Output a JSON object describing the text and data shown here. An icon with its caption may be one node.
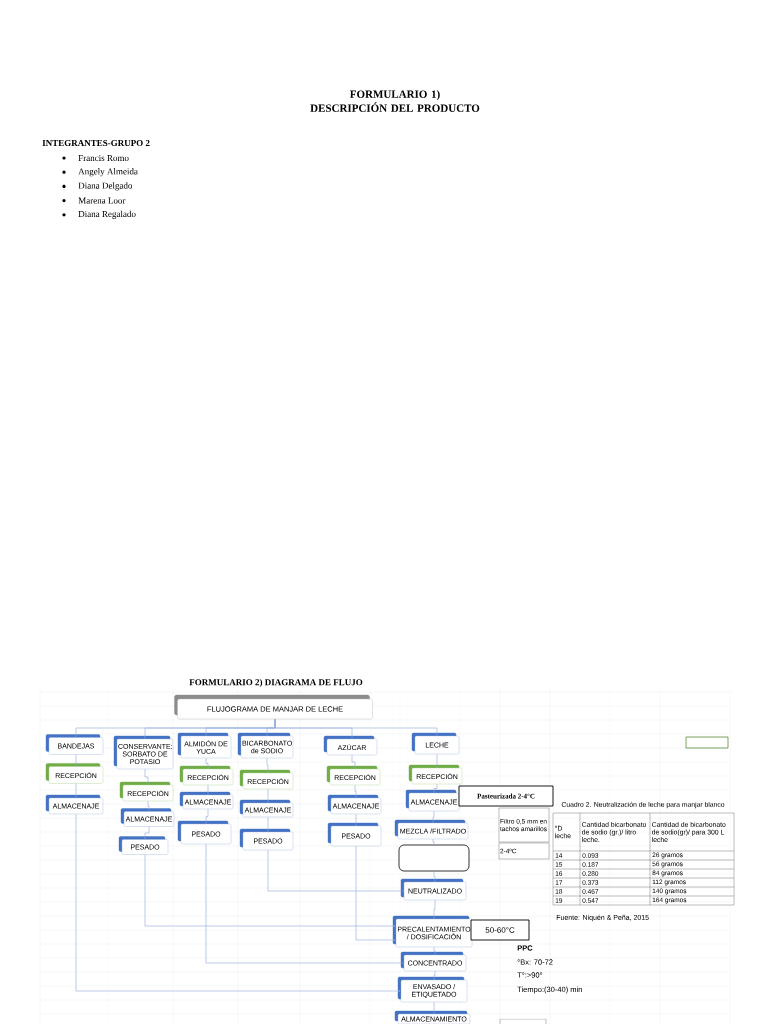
{
  "diagram": {
    "title": "FORMULARIO 1) DESCRIPCIÓN DEL PRODUCTO",
    "nodes": [
      {
        "text": [
          "FLUJOGRAMA DE MANJAR DE LECHE"
        ]
      },
      {
        "text": [
          "BANDEJAS"
        ]
      },
      {
        "text": [
          "RECEPCIÓN"
        ]
      },
      {
        "text": [
          "ALMACENAJE"
        ]
      },
      {
        "text": [
          "CONSERVANTE: SORBATO DE POTASIO"
        ]
      },
      {
        "text": [
          "RECEPCIÓN"
        ]
      },
      {
        "text": [
          "ALMACENAJE"
        ]
      },
      {
        "text": [
          "PESADO"
        ]
      },
      {
        "text": [
          "ALMIDÓN DE YUCA"
        ]
      },
      {
        "text": [
          "RECEPCIÓN"
        ]
      },
      {
        "text": [
          "ALMACENAJE"
        ]
      },
      {
        "text": [
          "PESADO"
        ]
      },
      {
        "text": [
          "BICARBONATO de SODIO"
        ]
      },
      {
        "text": [
          "RECEPCIÓN"
        ]
      },
      {
        "text": [
          "ALMACENAJE"
        ]
      },
      {
        "text": [
          "PESADO"
        ]
      },
      {
        "text": [
          "AZÚCAR"
        ]
      },
      {
        "text": [
          "RECEPCIÓN"
        ]
      },
      {
        "text": [
          "ALMACENAJE"
        ]
      },
      {
        "text": [
          "PESADO"
        ]
      },
      {
        "text": [
          "LECHE"
        ]
      },
      {
        "text": [
          "RECEPCIÓN"
        ]
      },
      {
        "text": [
          "ALMACENAJE"
        ]
      },
      {
        "text": [
          "MEZCLA /FILTRADO"
        ]
      },
      {
        "text": [],
        "shape": "box"
      },
      {
        "text": [
          "NEUTRALIZADO"
        ]
      },
      {
        "text": [
          "PRECALENTAMIENTO / DOSIFICACIÓN"
        ]
      },
      {
        "text": [
          "CONCENTRADO"
        ]
      },
      {
        "text": [
          "ENVASADO / ETIQUETADO"
        ]
      },
      {
        "text": [
          "ALMACENAMIENTO"
        ]
      },
      {
        "text": [
          "Pasteurizada 2-4°C"
        ]
      },
      {
        "text": [
          "Filtro 0,5 mm en tachos amarillos"
        ]
      },
      {
        "text": [
          "2-4ºC"
        ]
      },
      {
        "text": [
          "50-60°C"
        ]
      },
      {
        "text": [],
        "shape": "box"
      }
    ],
    "edges": [
      {
        "from": 0,
        "to": 1,
        "arrow": "none"
      },
      {
        "from": 0,
        "to": 4,
        "arrow": "none"
      },
      {
        "from": 0,
        "to": 8,
        "arrow": "none"
      },
      {
        "from": 0,
        "to": 12,
        "arrow": "none"
      },
      {
        "from": 0,
        "to": 16,
        "arrow": "none"
      },
      {
        "from": 0,
        "to": 20,
        "arrow": "none"
      },
      {
        "from": 1,
        "to": 2,
        "arrow": "none"
      },
      {
        "from": 2,
        "to": 3,
        "arrow": "none"
      },
      {
        "from": 4,
        "to": 5,
        "arrow": "none"
      },
      {
        "from": 5,
        "to": 6,
        "arrow": "none"
      },
      {
        "from": 6,
        "to": 7,
        "arrow": "none"
      },
      {
        "from": 8,
        "to": 9,
        "arrow": "none"
      },
      {
        "from": 9,
        "to": 10,
        "arrow": "none"
      },
      {
        "from": 10,
        "to": 11,
        "arrow": "none"
      },
      {
        "from": 12,
        "to": 13,
        "arrow": "none"
      },
      {
        "from": 13,
        "to": 14,
        "arrow": "none"
      },
      {
        "from": 14,
        "to": 15,
        "arrow": "none"
      },
      {
        "from": 16,
        "to": 17,
        "arrow": "none"
      },
      {
        "from": 17,
        "to": 18,
        "arrow": "none"
      },
      {
        "from": 18,
        "to": 19,
        "arrow": "none"
      },
      {
        "from": 20,
        "to": 21,
        "arrow": "none"
      },
      {
        "from": 21,
        "to": 22,
        "arrow": "none"
      },
      {
        "from": 22,
        "to": 23,
        "arrow": "none"
      },
      {
        "from": 23,
        "to": 24,
        "arrow": "none"
      },
      {
        "from": 24,
        "to": 25,
        "arrow": "none"
      },
      {
        "from": 25,
        "to": 26,
        "arrow": "none"
      },
      {
        "from": 26,
        "to": 27,
        "arrow": "none"
      },
      {
        "from": 27,
        "to": 28,
        "arrow": "none"
      },
      {
        "from": 28,
        "to": 29,
        "arrow": "none"
      },
      {
        "from": 15,
        "to": 25,
        "arrow": "none"
      },
      {
        "from": 7,
        "to": 26,
        "arrow": "to"
      },
      {
        "from": 19,
        "to": 26,
        "arrow": "to"
      },
      {
        "from": 11,
        "to": 27,
        "arrow": "none"
      },
      {
        "from": 3,
        "to": 28,
        "arrow": "to"
      }
    ],
    "labels": [
      "INTEGRANTES-GRUPO 2",
      "Francis Romo",
      "Angely Almeida",
      "Diana Delgado",
      "Marena Loor",
      "Diana Regalado",
      "FORMULARIO 2) DIAGRAMA DE FLUJO",
      "Cuadro 2. Neutralización de leche para manjar blanco",
      "°D leche",
      "Cantidad bicarbonato de sodio (gr.)/ litro leche.",
      "Cantidad de bicarbonato de sodio(gr)/ para 300 L leche",
      "14",
      "0.093",
      "26 gramos",
      "15",
      "0.187",
      "56 gramos",
      "16",
      "0.280",
      "84 gramos",
      "17",
      "0.373",
      "112 gramos",
      "18",
      "0.467",
      "140 gramos",
      "19",
      "0.547",
      "164 gramos",
      "Fuente: Niquén & Peña, 2015",
      "PPC",
      "°Bx: 70-72",
      "T°:>90°",
      "Tiempo:(30-40) min"
    ]
  }
}
